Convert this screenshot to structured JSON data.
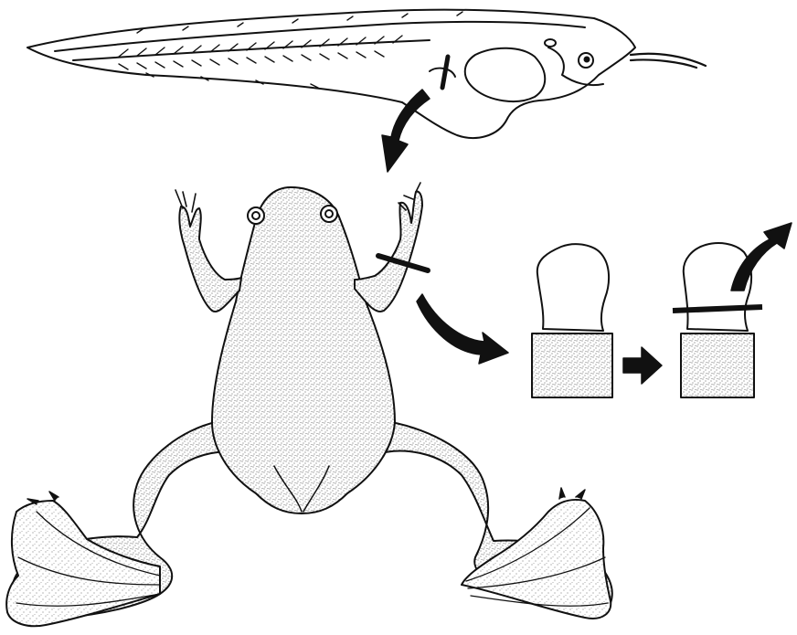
{
  "figure": {
    "colors": {
      "ink": "#111111",
      "paper": "#ffffff",
      "stipple": "#3a3a3a"
    },
    "parts": {
      "tadpole": "tadpole-drawing",
      "frog": "adult-frog-drawing",
      "explant_before": "limb-explant-before-cut",
      "explant_after": "limb-explant-after-cut"
    }
  }
}
